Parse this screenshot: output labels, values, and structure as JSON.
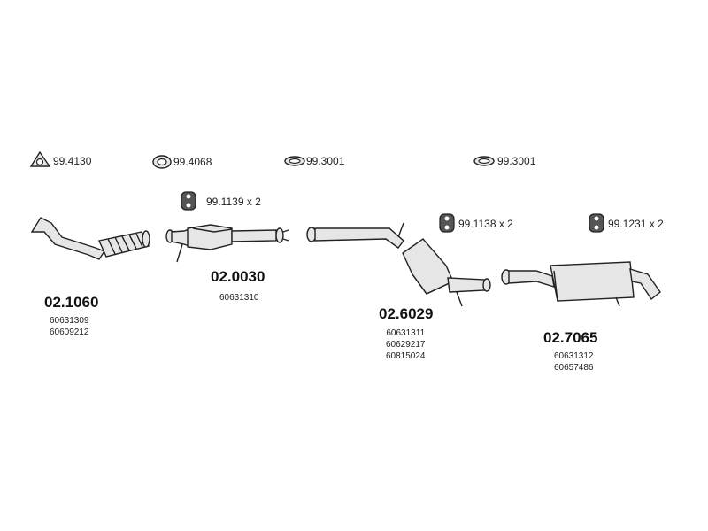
{
  "accessories": [
    {
      "code": "99.4130",
      "icon": "triangle-gasket-icon"
    },
    {
      "code": "99.4068",
      "icon": "oval-gasket-icon"
    },
    {
      "code": "99.3001",
      "icon": "ring-gasket-icon"
    },
    {
      "code": "99.3001",
      "icon": "ring-gasket-icon"
    },
    {
      "code": "99.1139 x 2",
      "icon": "rubber-hanger-icon"
    },
    {
      "code": "99.1138 x 2",
      "icon": "rubber-hanger-icon"
    },
    {
      "code": "99.1231 x 2",
      "icon": "rubber-hanger-icon"
    }
  ],
  "parts": [
    {
      "number": "02.1060",
      "refs": [
        "60631309",
        "60609212"
      ],
      "name": "front-pipe"
    },
    {
      "number": "02.0030",
      "refs": [
        "60631310"
      ],
      "name": "catalytic-converter"
    },
    {
      "number": "02.6029",
      "refs": [
        "60631311",
        "60629217",
        "60815024"
      ],
      "name": "middle-silencer"
    },
    {
      "number": "02.7065",
      "refs": [
        "60631312",
        "60657486"
      ],
      "name": "rear-silencer"
    }
  ],
  "colors": {
    "stroke": "#222222",
    "fill": "#e6e6e6",
    "text": "#222222"
  }
}
